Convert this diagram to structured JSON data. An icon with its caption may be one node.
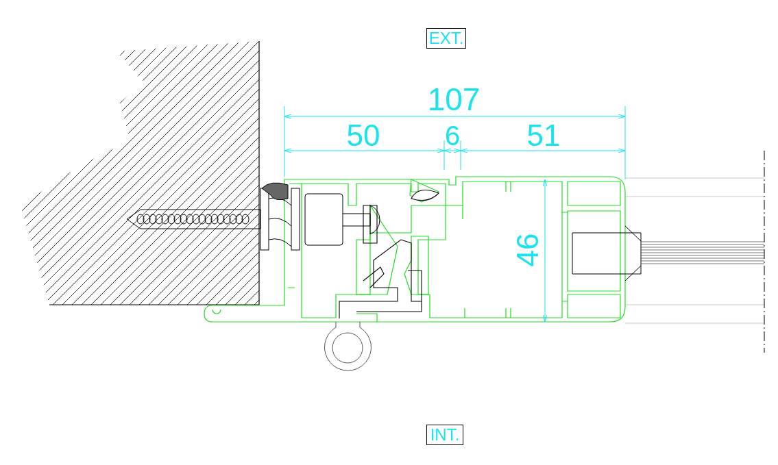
{
  "diagram": {
    "nodes": [
      {
        "text": [
          "EXT."
        ]
      },
      {
        "text": [
          "INT."
        ]
      }
    ],
    "labels": [
      "107",
      "50",
      "6",
      "51",
      "46"
    ]
  }
}
